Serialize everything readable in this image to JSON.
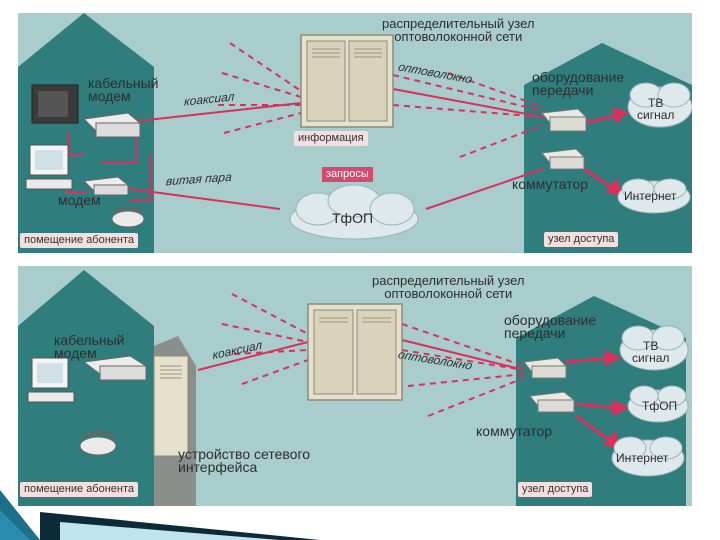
{
  "panel_top": {
    "hub_label": "распределительный узел\nоптоволоконной сети",
    "fiber_label": "оптоволокно",
    "equipment_label": "оборудование\nпередачи",
    "tv_label": "ТВ\nсигнал",
    "internet_label": "Интернет",
    "cable_modem_label": "кабельный\nмодем",
    "coax_label": "коаксиал",
    "information_label": "информация",
    "requests_label": "запросы",
    "twisted_pair_label": "витая пара",
    "switch_label": "коммутатор",
    "modem_label": "модем",
    "pstn_label": "ТфОП",
    "subscriber_room_label": "помещение абонента",
    "access_node_label": "узел доступа"
  },
  "panel_bottom": {
    "hub_label": "распределительный узел\nоптоволоконной сети",
    "equipment_label": "оборудование\nпередачи",
    "tv_label": "ТВ\nсигнал",
    "cable_modem_label": "кабельный\nмодем",
    "coax_label": "коаксиал",
    "fiber_label": "оптоволокно",
    "pstn_label": "ТфОП",
    "switch_label": "коммутатор",
    "internet_label": "Интернет",
    "nid_label": "устройство сетевого\nинтерфейса",
    "subscriber_room_label": "помещение абонента",
    "access_node_label": "узел доступа"
  },
  "colors": {
    "background": "#a9cccc",
    "house": "#2f7d7d",
    "link_red": "#d8315b",
    "badge_dark": "#d64a6e",
    "badge_light": "#f4dede",
    "cloud": "#dfe9ec"
  }
}
